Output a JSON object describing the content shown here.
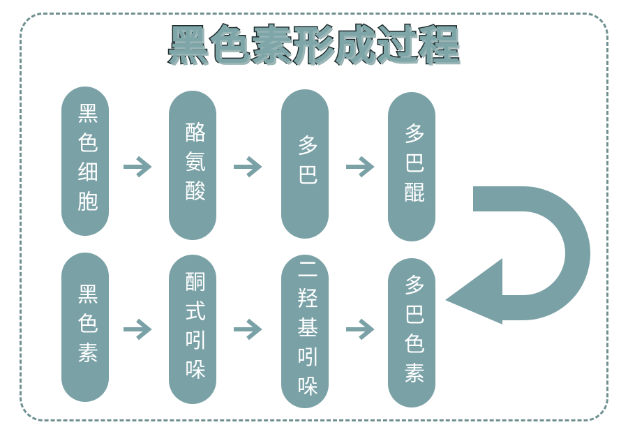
{
  "title": "黑色素形成过程",
  "row1": [
    {
      "label": "黑色细胞"
    },
    {
      "label": "酪氨酸"
    },
    {
      "label": "多巴"
    },
    {
      "label": "多巴醌"
    }
  ],
  "row2": [
    {
      "label": "黑色素"
    },
    {
      "label": "酮式吲哚"
    },
    {
      "label": "二羟基吲哚"
    },
    {
      "label": "多巴色素"
    }
  ],
  "colors": {
    "pill": "#7aa1a6",
    "arrow": "#7aa1a6",
    "border": "#6f8f91",
    "title_fill": "#7ea6a8",
    "title_outline": "#1f2b2c"
  },
  "icons": {
    "step_arrow": "arrow-right-icon",
    "turn_arrow": "u-turn-arrow-icon"
  }
}
